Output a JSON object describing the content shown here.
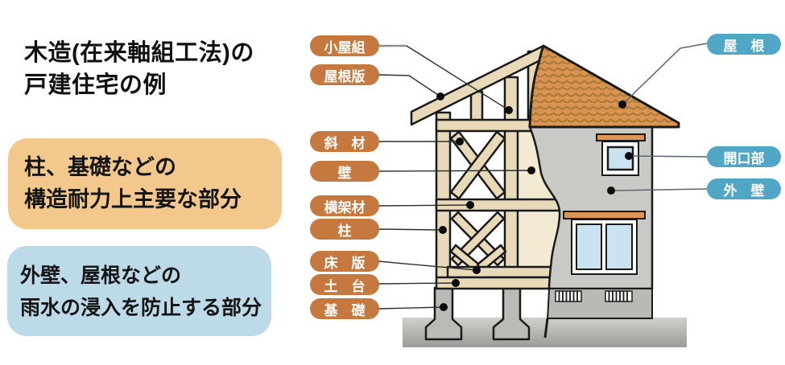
{
  "title": {
    "line1": "木造(在来軸組工法)の",
    "line2": "戸建住宅の例"
  },
  "legend": {
    "structural": {
      "line1": "柱、基礎などの",
      "line2": "構造耐力上主要な部分"
    },
    "rain_protection": {
      "line1": "外壁、屋根などの",
      "line2": "雨水の浸入を防止する部分"
    }
  },
  "part_labels": {
    "left": [
      {
        "id": "koyagumi",
        "text": "小屋組"
      },
      {
        "id": "yanehan",
        "text": "屋根版"
      },
      {
        "id": "shazai",
        "text": "斜　材"
      },
      {
        "id": "kabe",
        "text": "壁"
      },
      {
        "id": "oukazai",
        "text": "横架材"
      },
      {
        "id": "hashira",
        "text": "柱"
      },
      {
        "id": "yukahan",
        "text": "床　版"
      },
      {
        "id": "dodai",
        "text": "土　台"
      },
      {
        "id": "kiso",
        "text": "基　礎"
      }
    ],
    "right": [
      {
        "id": "yane",
        "text": "屋　根"
      },
      {
        "id": "kaikoubu",
        "text": "開口部"
      },
      {
        "id": "gaiheki",
        "text": "外　壁"
      }
    ]
  },
  "colors": {
    "left_label_bg": "#C6793E",
    "right_label_bg": "#51A6C6",
    "label_text": "#FFFFFF",
    "structural_box_bg": "#F2C88D",
    "rain_box_bg": "#BCDAE7",
    "roof_tile_orange": "#D89450",
    "roof_tile_line": "#A87939",
    "wood_frame": "#E8D9B8",
    "interior_wall_cream": "#F3EAD3",
    "exterior_wall_gray": "#C9CAC6",
    "foundation_gray": "#B9BBB7",
    "window_glass": "#CBE3F1"
  }
}
